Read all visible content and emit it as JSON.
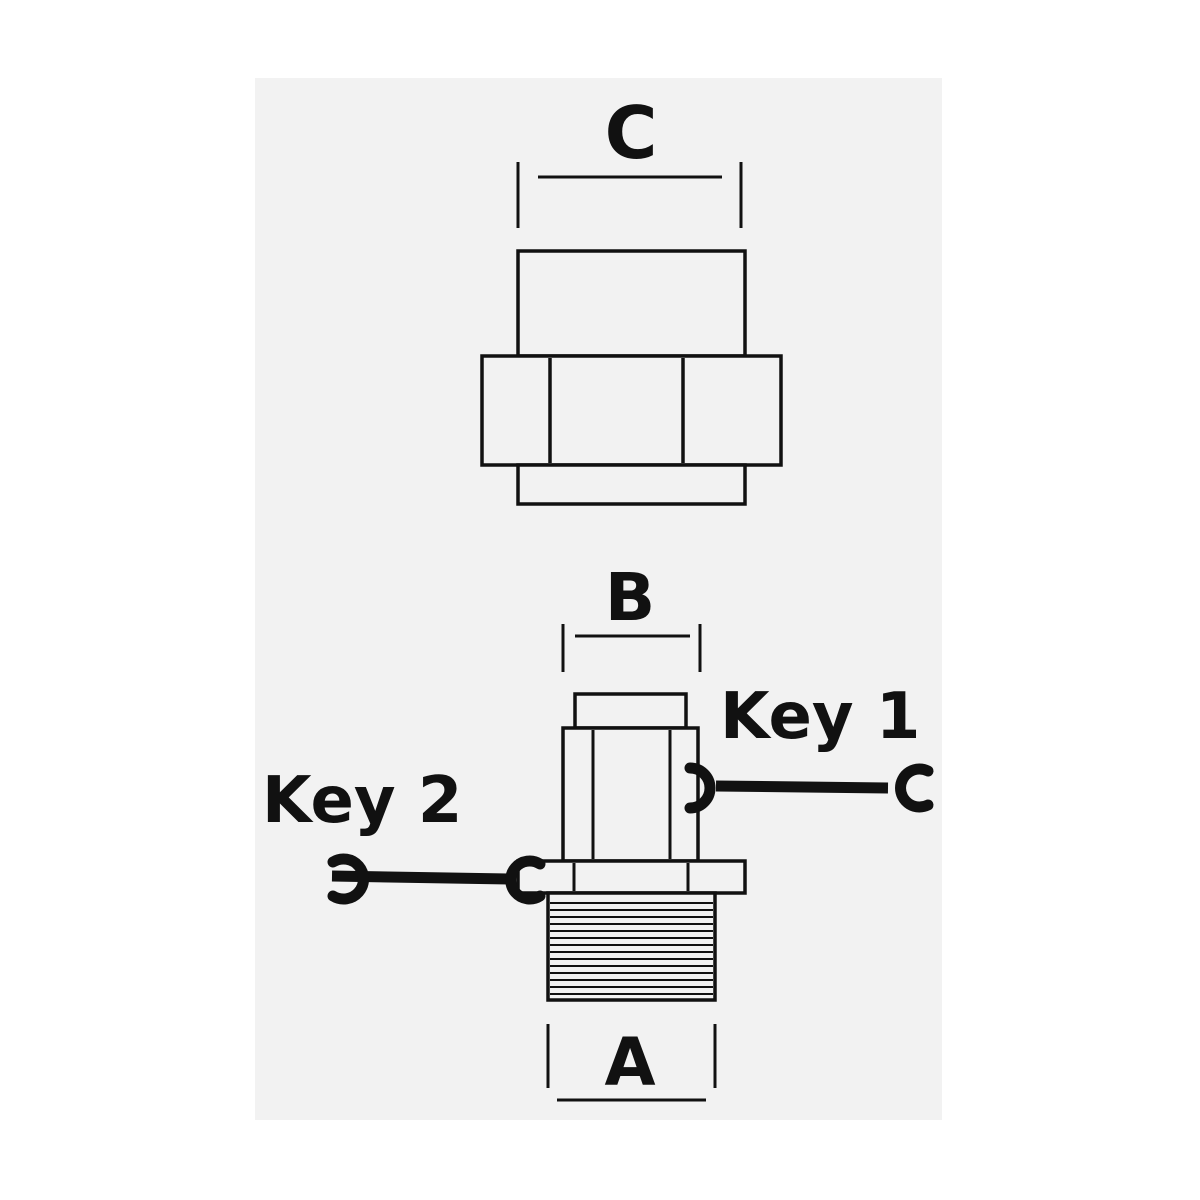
{
  "labels": {
    "dim_c": "C",
    "dim_b": "B",
    "dim_a": "A",
    "key_1": "Key 1",
    "key_2": "Key 2"
  },
  "colors": {
    "line": "#111111",
    "background": "#f2f2f2",
    "page": "#ffffff"
  }
}
